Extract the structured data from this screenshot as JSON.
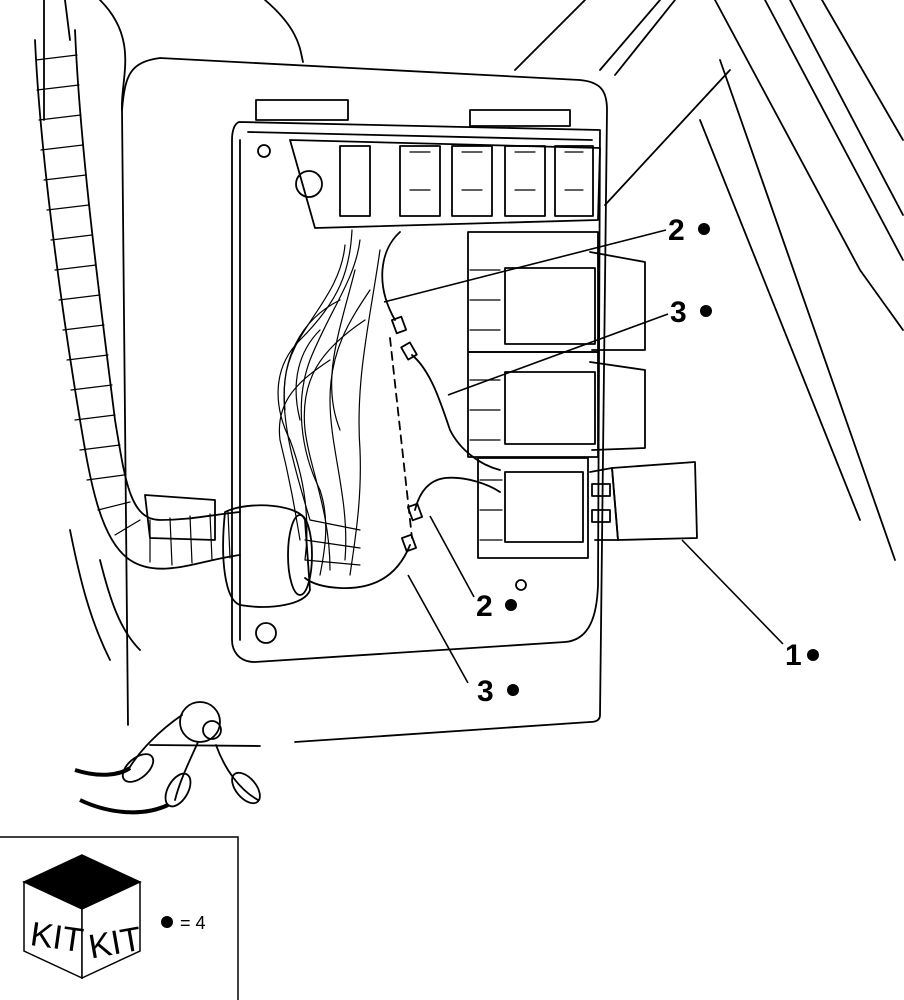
{
  "callouts": [
    {
      "id": "c2-top",
      "label": "2"
    },
    {
      "id": "c3-top",
      "label": "3"
    },
    {
      "id": "c2-bottom",
      "label": "2"
    },
    {
      "id": "c1",
      "label": "1"
    },
    {
      "id": "c3-bottom",
      "label": "3"
    }
  ],
  "kit_legend": {
    "face_left_text": "KIT",
    "face_right_text": "KIT",
    "quantity_text": "= 4"
  },
  "icons": [
    "kit-box-icon",
    "bullet-dot-icon"
  ]
}
